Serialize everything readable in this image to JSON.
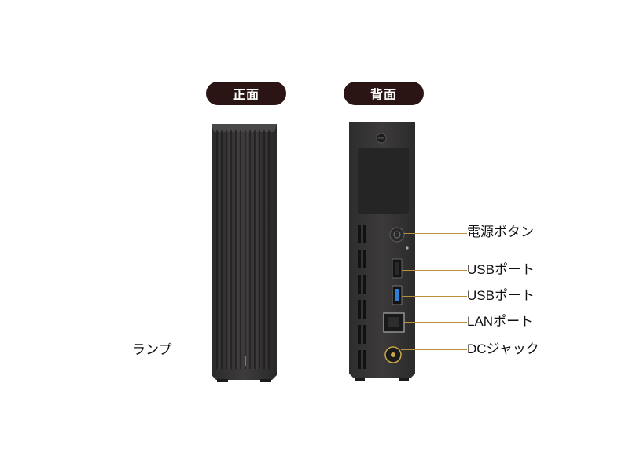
{
  "labels": {
    "front": "正面",
    "back": "背面"
  },
  "callouts": {
    "lamp": "ランプ",
    "power_button": "電源ボタン",
    "usb_port_1": "USBポート",
    "usb_port_2": "USBポート",
    "lan_port": "LANポート",
    "dc_jack": "DCジャック"
  },
  "colors": {
    "pill_bg": "#2a1514",
    "device_body": "#3a3838",
    "leader_line": "#b8903a",
    "usb3_blue": "#2f7fd8"
  }
}
